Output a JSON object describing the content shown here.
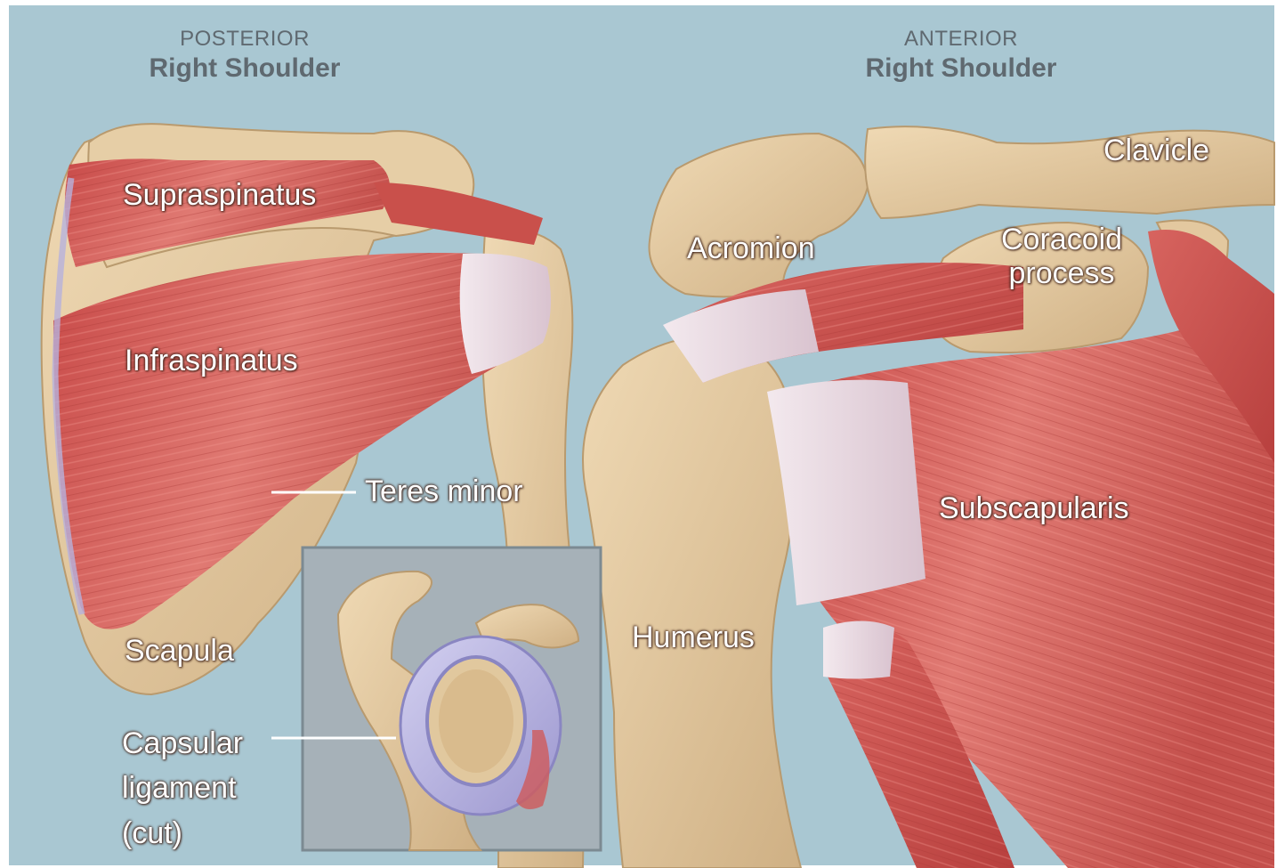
{
  "posterior": {
    "view_label": "POSTERIOR",
    "title": "Right Shoulder",
    "labels": {
      "supraspinatus": "Supraspinatus",
      "infraspinatus": "Infraspinatus",
      "teres_minor": "Teres minor",
      "scapula": "Scapula"
    }
  },
  "anterior": {
    "view_label": "ANTERIOR",
    "title": "Right Shoulder",
    "labels": {
      "clavicle": "Clavicle",
      "acromion": "Acromion",
      "coracoid_line1": "Coracoid",
      "coracoid_line2": "process",
      "subscapularis": "Subscapularis",
      "humerus": "Humerus"
    }
  },
  "inset": {
    "capsular_line1": "Capsular",
    "capsular_line2": "ligament",
    "capsular_line3": "(cut)"
  },
  "colors": {
    "background": "#a9c7d2",
    "bone": "#e3c89f",
    "muscle": "#d05a55",
    "tendon": "#e8dde3",
    "ligament": "#b7b3e0",
    "inset_bg": "#a6b1b8"
  }
}
